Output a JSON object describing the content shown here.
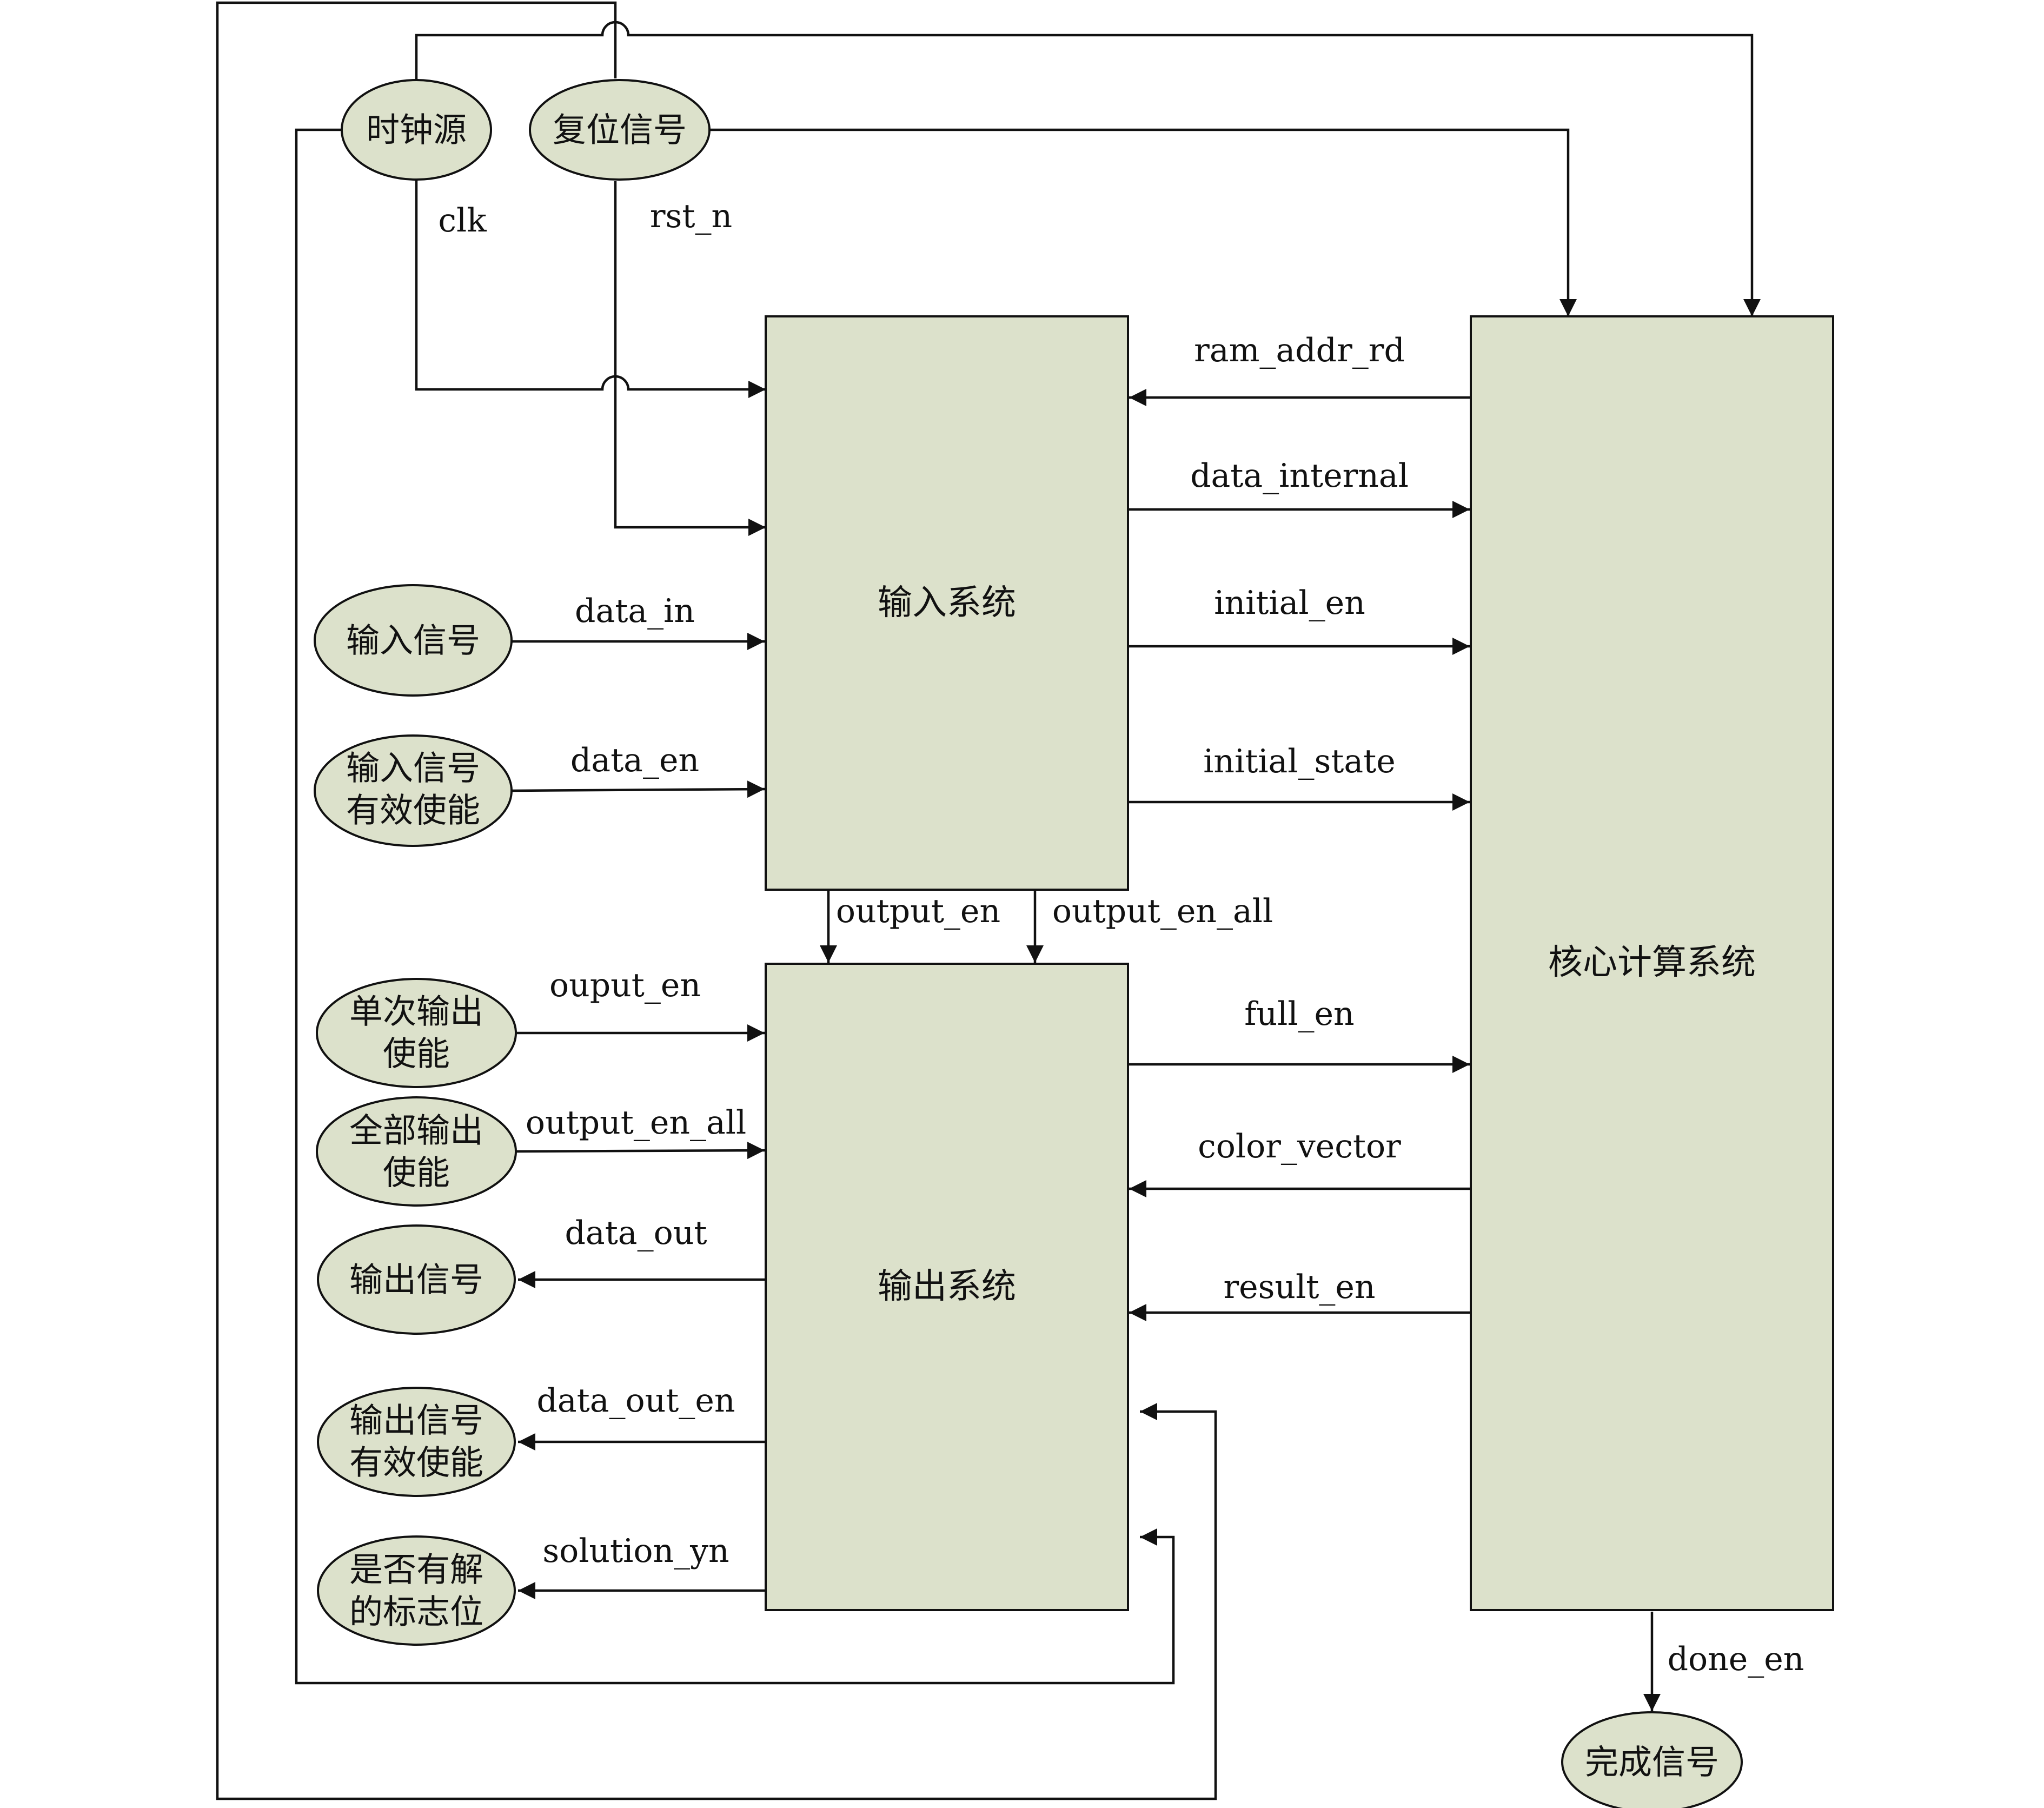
{
  "blocks": {
    "input_system": "输入系统",
    "output_system": "输出系统",
    "core_system": "核心计算系统"
  },
  "sources": {
    "clock": "时钟源",
    "reset": "复位信号",
    "input_signal": "输入信号",
    "input_valid_line1": "输入信号",
    "input_valid_line2": "有效使能",
    "single_out_line1": "单次输出",
    "single_out_line2": "使能",
    "all_out_line1": "全部输出",
    "all_out_line2": "使能",
    "output_signal": "输出信号",
    "output_valid_line1": "输出信号",
    "output_valid_line2": "有效使能",
    "solution_flag_line1": "是否有解",
    "solution_flag_line2": "的标志位",
    "done_signal": "完成信号"
  },
  "signals": {
    "clk": "clk",
    "rst_n": "rst_n",
    "ram_addr_rd": "ram_addr_rd",
    "data_internal": "data_internal",
    "initial_en": "initial_en",
    "initial_state": "initial_state",
    "data_in": "data_in",
    "data_en": "data_en",
    "output_en": "output_en",
    "output_en_all": "output_en_all",
    "ouput_en": "ouput_en",
    "output_en_all_in": "output_en_all",
    "full_en": "full_en",
    "color_vector": "color_vector",
    "data_out": "data_out",
    "result_en": "result_en",
    "data_out_en": "data_out_en",
    "solution_yn": "solution_yn",
    "done_en": "done_en"
  }
}
